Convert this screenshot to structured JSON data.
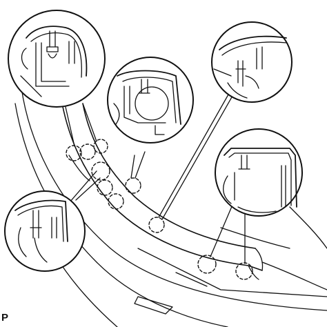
{
  "figure": {
    "corner_label": "P",
    "colors": {
      "line": "#111111",
      "background": "#ffffff"
    },
    "callouts": [
      {
        "name": "callout-top-left",
        "points_to": "clip-position"
      },
      {
        "name": "callout-top-center",
        "points_to": "clip-position"
      },
      {
        "name": "callout-top-right",
        "points_to": "clip-position"
      },
      {
        "name": "callout-mid-right",
        "points_to": "clip-position"
      },
      {
        "name": "callout-bottom-left",
        "points_to": "clip-position"
      }
    ],
    "clip_markers": [
      {
        "name": "clip-marker-1"
      },
      {
        "name": "clip-marker-2"
      },
      {
        "name": "clip-marker-3"
      },
      {
        "name": "clip-marker-4"
      },
      {
        "name": "clip-marker-5"
      },
      {
        "name": "clip-marker-6"
      },
      {
        "name": "clip-marker-7"
      },
      {
        "name": "clip-marker-8"
      },
      {
        "name": "clip-marker-9"
      },
      {
        "name": "clip-marker-10"
      }
    ]
  }
}
